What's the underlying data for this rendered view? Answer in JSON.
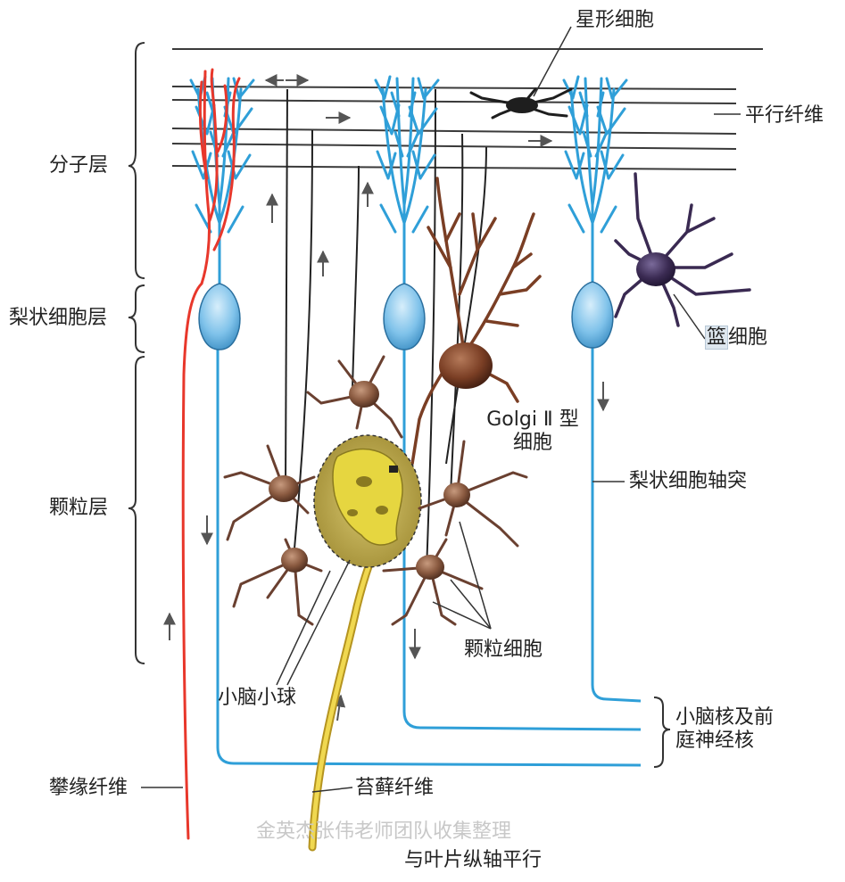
{
  "layers": {
    "molecular": "分子层",
    "purkinje": "梨状细胞层",
    "granular": "颗粒层"
  },
  "labels": {
    "stellate": "星形细胞",
    "parallel_fiber": "平行纤维",
    "basket_prefix": "篮",
    "basket_suffix": "细胞",
    "golgi_line1": "Golgi Ⅱ 型",
    "golgi_line2": "细胞",
    "purkinje_axon": "梨状细胞轴突",
    "granule_cells": "颗粒细胞",
    "glomerulus": "小脑小球",
    "nuclei_line1": "小脑核及前",
    "nuclei_line2": "庭神经核",
    "climbing_fiber": "攀缘纤维",
    "mossy_fiber": "苔藓纤维",
    "watermark": "金英杰张伟老师团队收集整理",
    "caption": "与叶片纵轴平行"
  },
  "colors": {
    "purkinje_blue": "#2f9fd8",
    "climbing_red": "#e8372b",
    "mossy_yellow": "#e8c832",
    "cell_brown": "#7a4a34",
    "basket_purple": "#3a2a52",
    "glomerulus_olive": "#b8a64a"
  }
}
